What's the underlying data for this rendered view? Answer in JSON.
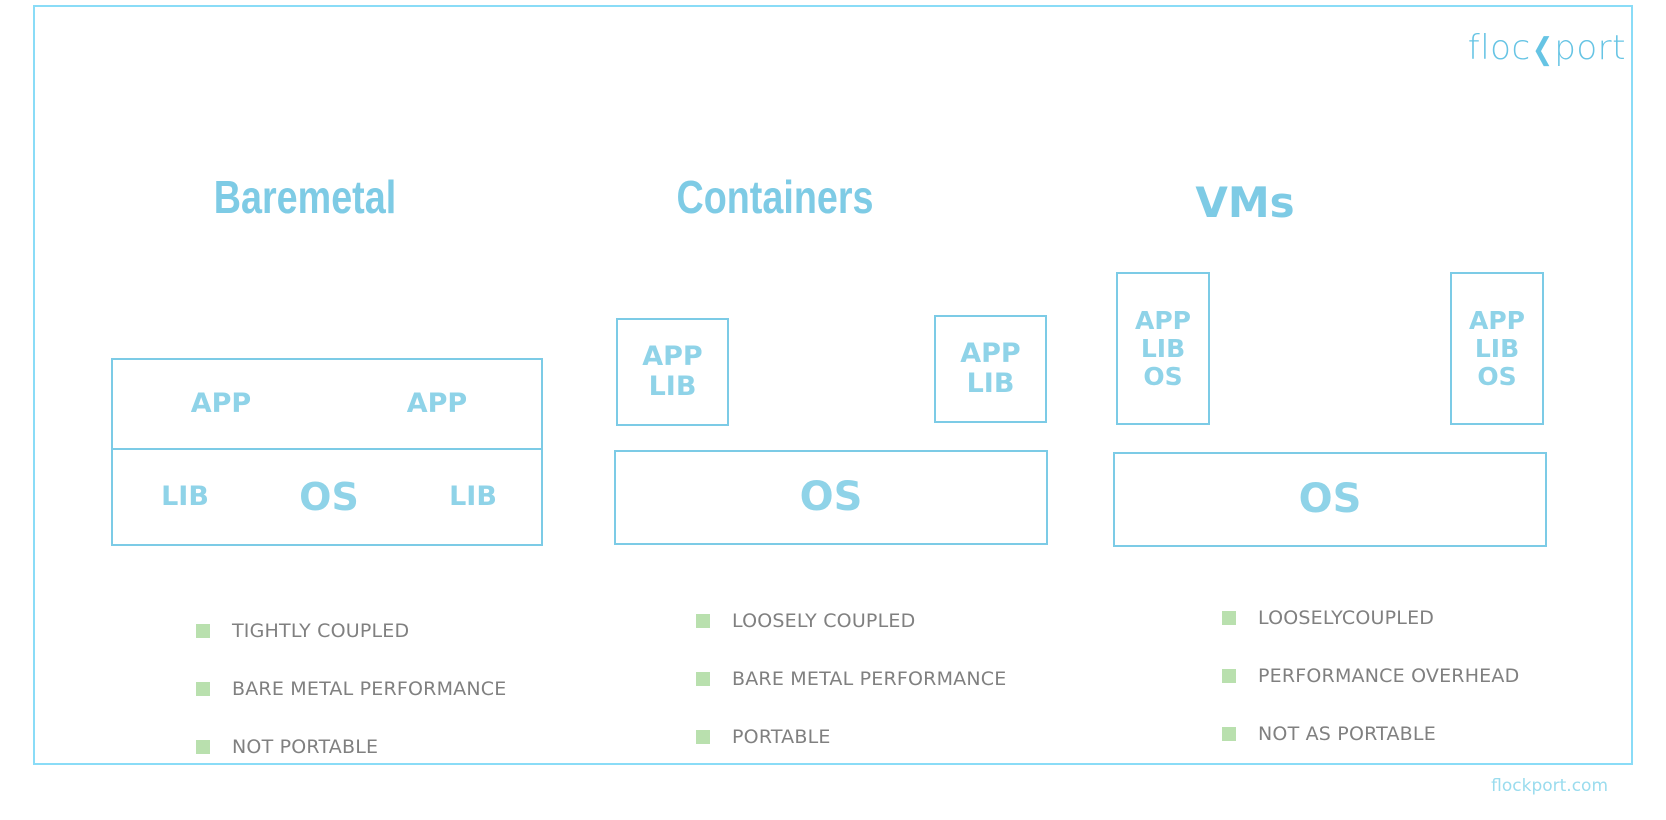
{
  "brand": {
    "logo_prefix": "floc",
    "logo_chevron": "❮",
    "logo_suffix": "port",
    "footer": "flockport.com",
    "accent_blue": "#7ecbe5",
    "frame_blue": "#8adcf7",
    "label_blue": "#8fd3e8",
    "bullet_green": "#b9e0ae",
    "bullet_text_gray": "#808080"
  },
  "columns": [
    {
      "id": "baremetal",
      "title": "Baremetal",
      "diagram": {
        "type": "stacked-rows",
        "rows": [
          {
            "cells": [
              "APP",
              "APP"
            ]
          },
          {
            "cells": [
              "LIB",
              "OS",
              "LIB"
            ]
          }
        ]
      },
      "bullets": [
        "TIGHTLY COUPLED",
        "BARE METAL PERFORMANCE",
        "NOT PORTABLE"
      ]
    },
    {
      "id": "containers",
      "title": "Containers",
      "diagram": {
        "type": "boxes-over-base",
        "units": [
          {
            "lines": [
              "APP",
              "LIB"
            ]
          },
          {
            "lines": [
              "APP",
              "LIB"
            ]
          }
        ],
        "base": "OS"
      },
      "bullets": [
        "LOOSELY COUPLED",
        "BARE METAL PERFORMANCE",
        "PORTABLE"
      ]
    },
    {
      "id": "vms",
      "title": "VMs",
      "diagram": {
        "type": "boxes-over-base",
        "units": [
          {
            "lines": [
              "APP",
              "LIB",
              "OS"
            ]
          },
          {
            "lines": [
              "APP",
              "LIB",
              "OS"
            ]
          }
        ],
        "base": "OS"
      },
      "bullets": [
        "LOOSELYCOUPLED",
        "PERFORMANCE OVERHEAD",
        "NOT AS PORTABLE"
      ]
    }
  ]
}
